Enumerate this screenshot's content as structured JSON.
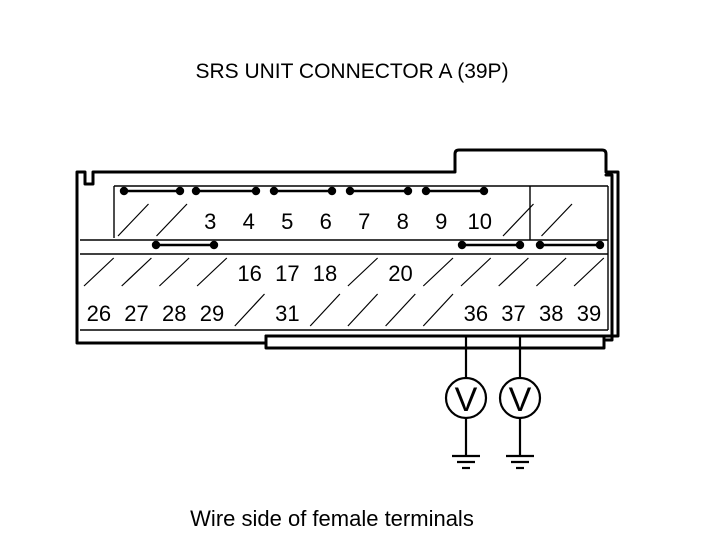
{
  "header": {
    "title": "SRS UNIT CONNECTOR A (39P)"
  },
  "footer": {
    "caption": "Wire side of female terminals"
  },
  "connector": {
    "row1": [
      "",
      "",
      "3",
      "4",
      "5",
      "6",
      "7",
      "8",
      "9",
      "10",
      "",
      ""
    ],
    "row2": [
      "",
      "",
      "",
      "",
      "16",
      "17",
      "18",
      "",
      "20",
      "",
      "",
      "",
      "",
      ""
    ],
    "row3": [
      "26",
      "27",
      "28",
      "29",
      "",
      "31",
      "",
      "",
      "",
      "",
      "36",
      "37",
      "38",
      "39"
    ]
  },
  "meters": [
    {
      "symbol": "V",
      "pin": "36"
    },
    {
      "symbol": "V",
      "pin": "37"
    }
  ]
}
